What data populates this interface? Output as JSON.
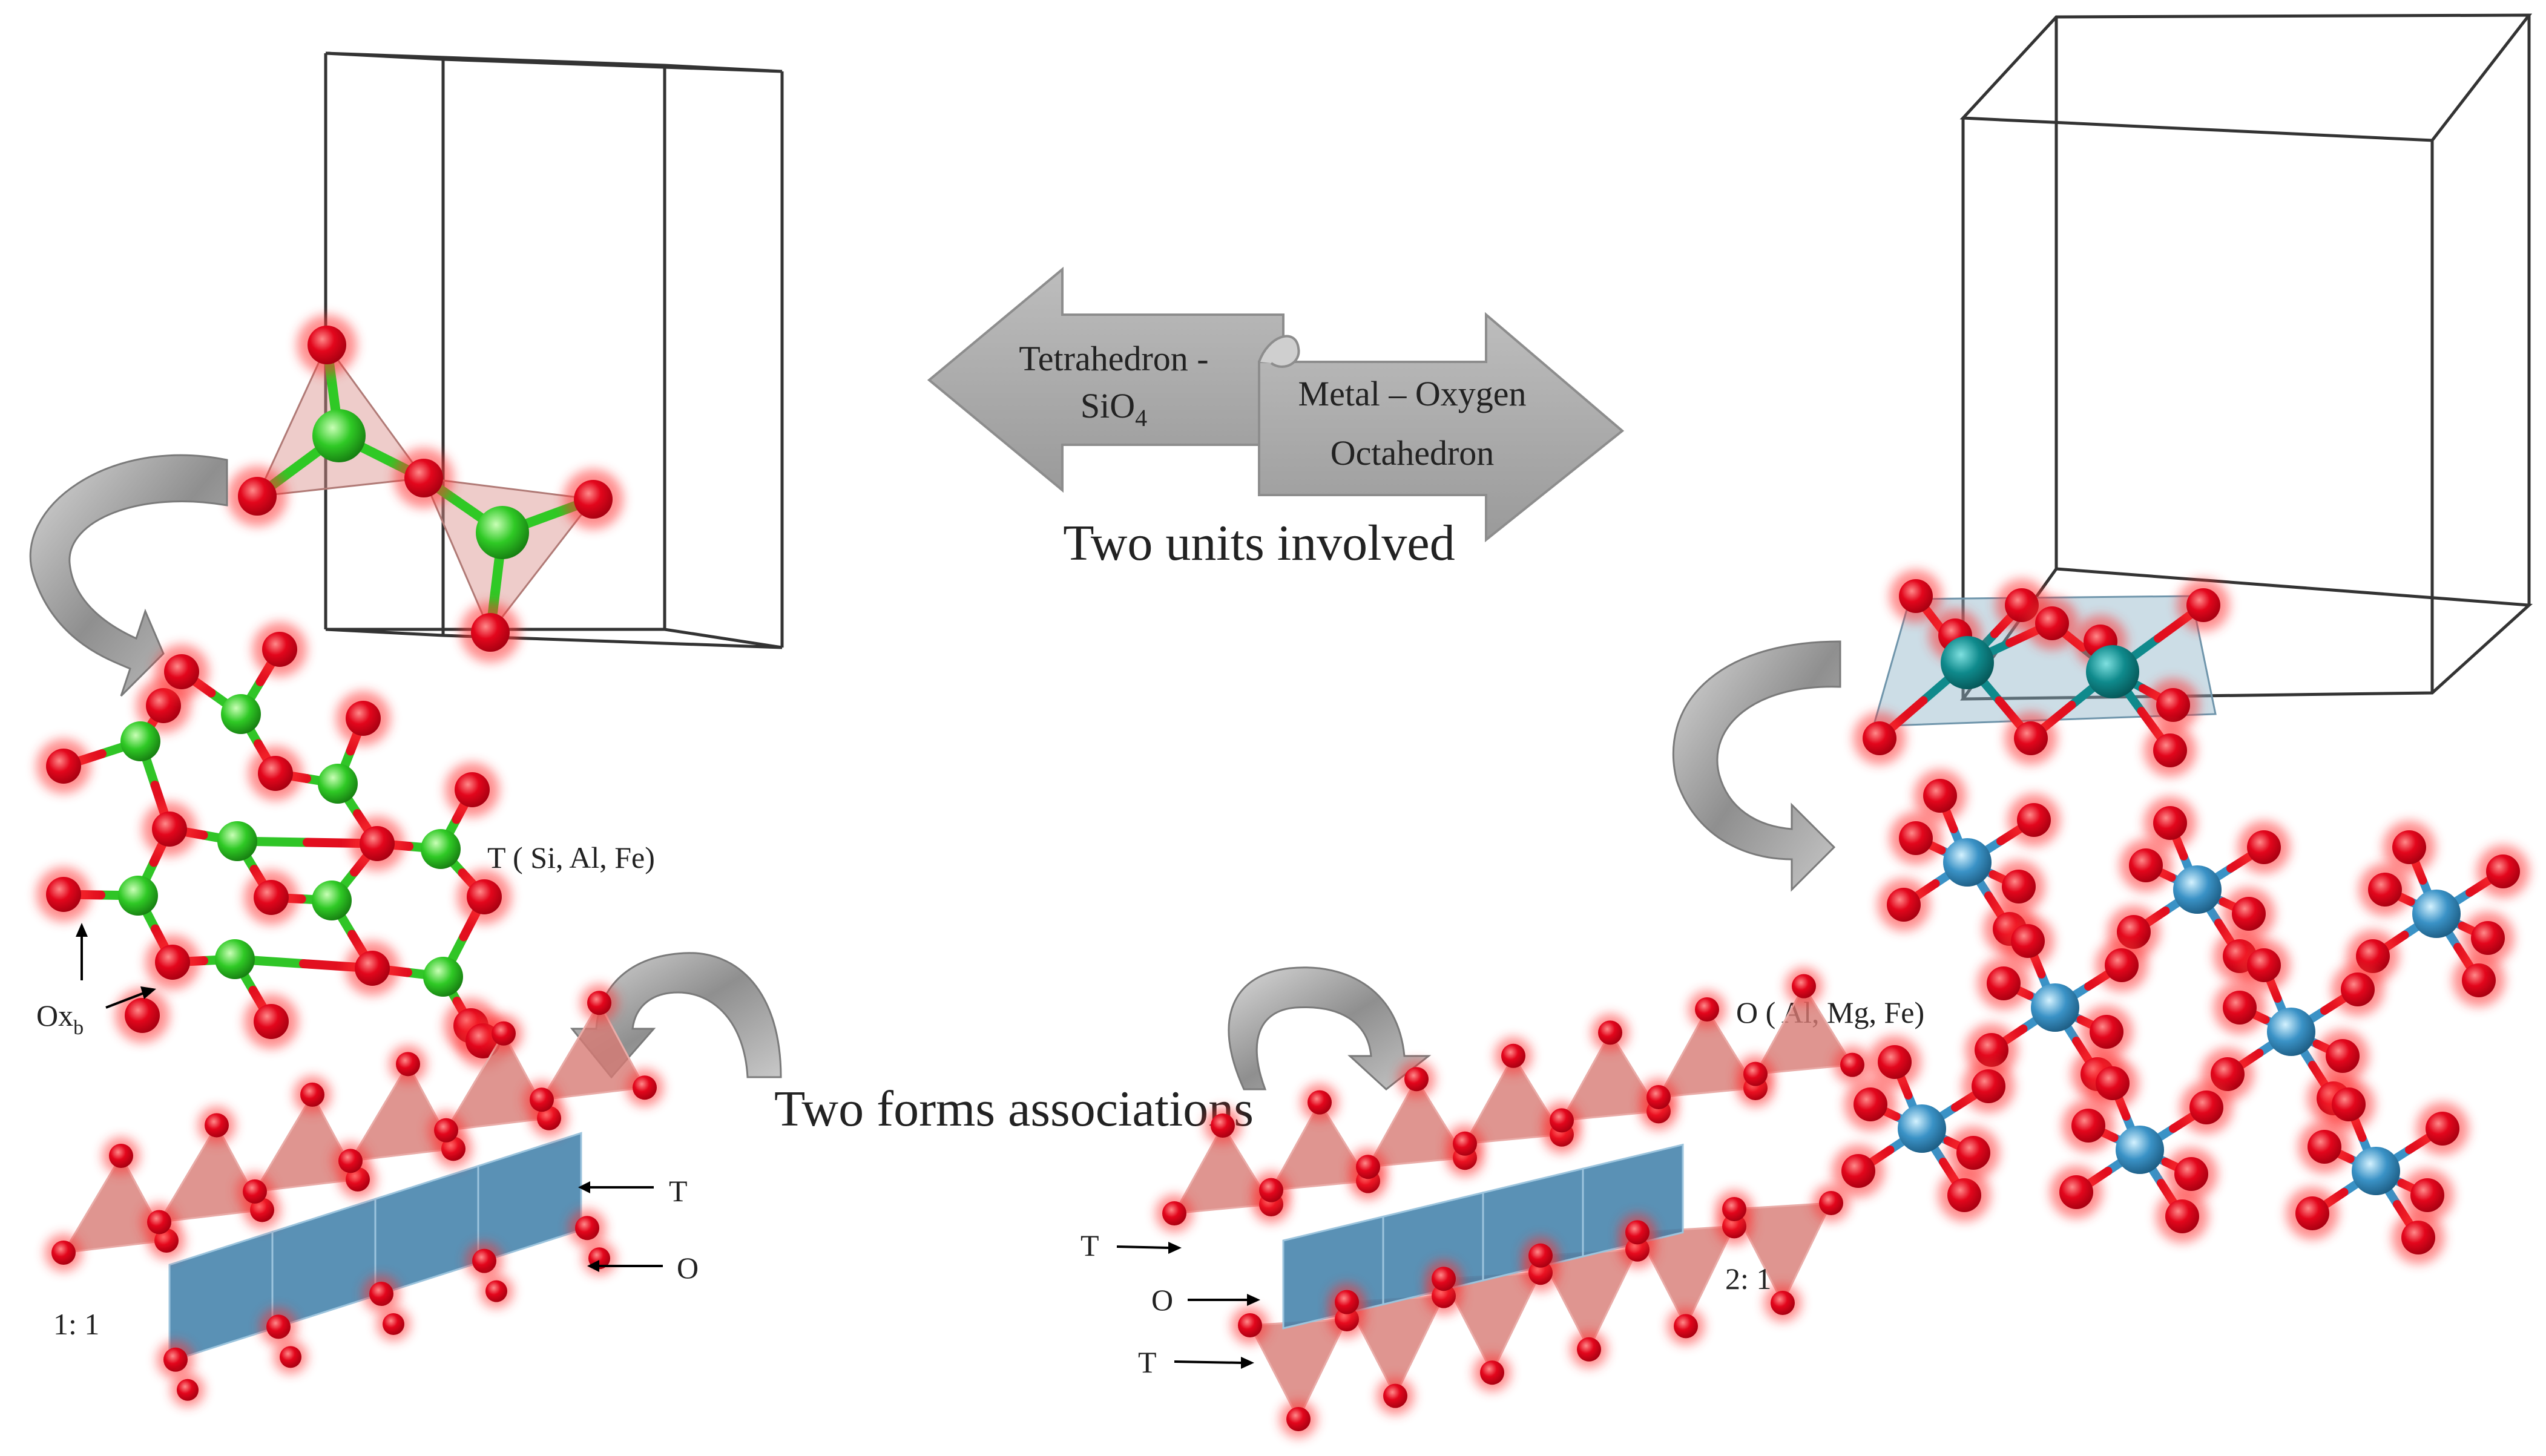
{
  "top": {
    "left_arrow_line1": "Tetrahedron -",
    "left_arrow_line2_base": "SiO",
    "left_arrow_line2_sub": "4",
    "right_arrow_line1": "Metal – Oxygen",
    "right_arrow_line2": "Octahedron",
    "caption": "Two units involved"
  },
  "tetra": {
    "label": "T ( Si, Al, Fe)",
    "ox_base": "Ox",
    "ox_sub": "b"
  },
  "octa": {
    "label": "O ( Al, Mg, Fe)"
  },
  "assoc": {
    "caption": "Two forms associations",
    "ratio_11": "1: 1",
    "ratio_21": "2: 1",
    "t_label": "T",
    "o_label": "O"
  },
  "colors": {
    "oxygen": "#e3061c",
    "silicon": "#27c21f",
    "metal_dark": "#0f8a8c",
    "metal_light": "#3a92c6",
    "tetra_face": "#d98f8a",
    "octa_face": "#3d7ea8",
    "arrow_gray": "#a7a7a7"
  }
}
